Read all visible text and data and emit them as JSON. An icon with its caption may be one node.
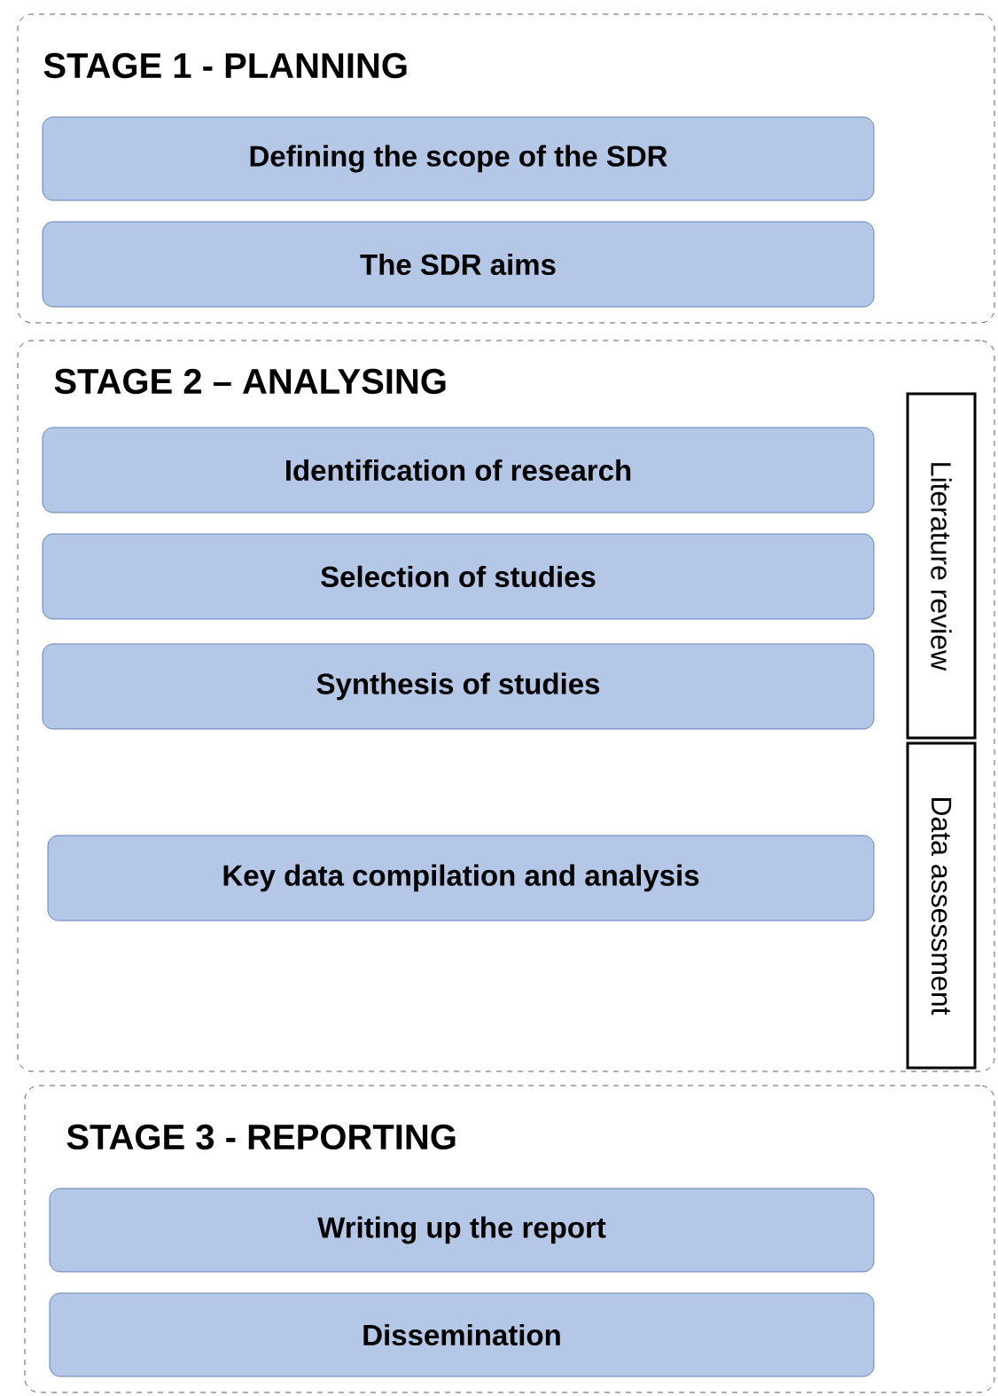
{
  "diagram": {
    "nodes": [
      {
        "text": [
          "STAGE 1 - PLANNING"
        ]
      },
      {
        "text": [
          "Defining the scope of the SDR"
        ],
        "in": 0
      },
      {
        "text": [
          "The SDR aims"
        ],
        "in": 0
      },
      {
        "text": [
          "STAGE 2 – ANALYSING"
        ]
      },
      {
        "text": [
          "Identification of research"
        ],
        "in": 3
      },
      {
        "text": [
          "Selection of studies"
        ],
        "in": 3
      },
      {
        "text": [
          "Synthesis of studies"
        ],
        "in": 3
      },
      {
        "text": [
          "Key data compilation and analysis"
        ],
        "in": 3
      },
      {
        "text": [
          "Literature review"
        ],
        "in": 3
      },
      {
        "text": [
          "Data assessment"
        ],
        "in": 3
      },
      {
        "text": [
          "STAGE 3 - REPORTING"
        ]
      },
      {
        "text": [
          "Writing up the report"
        ],
        "in": 10
      },
      {
        "text": [
          "Dissemination"
        ],
        "in": 10
      }
    ]
  }
}
